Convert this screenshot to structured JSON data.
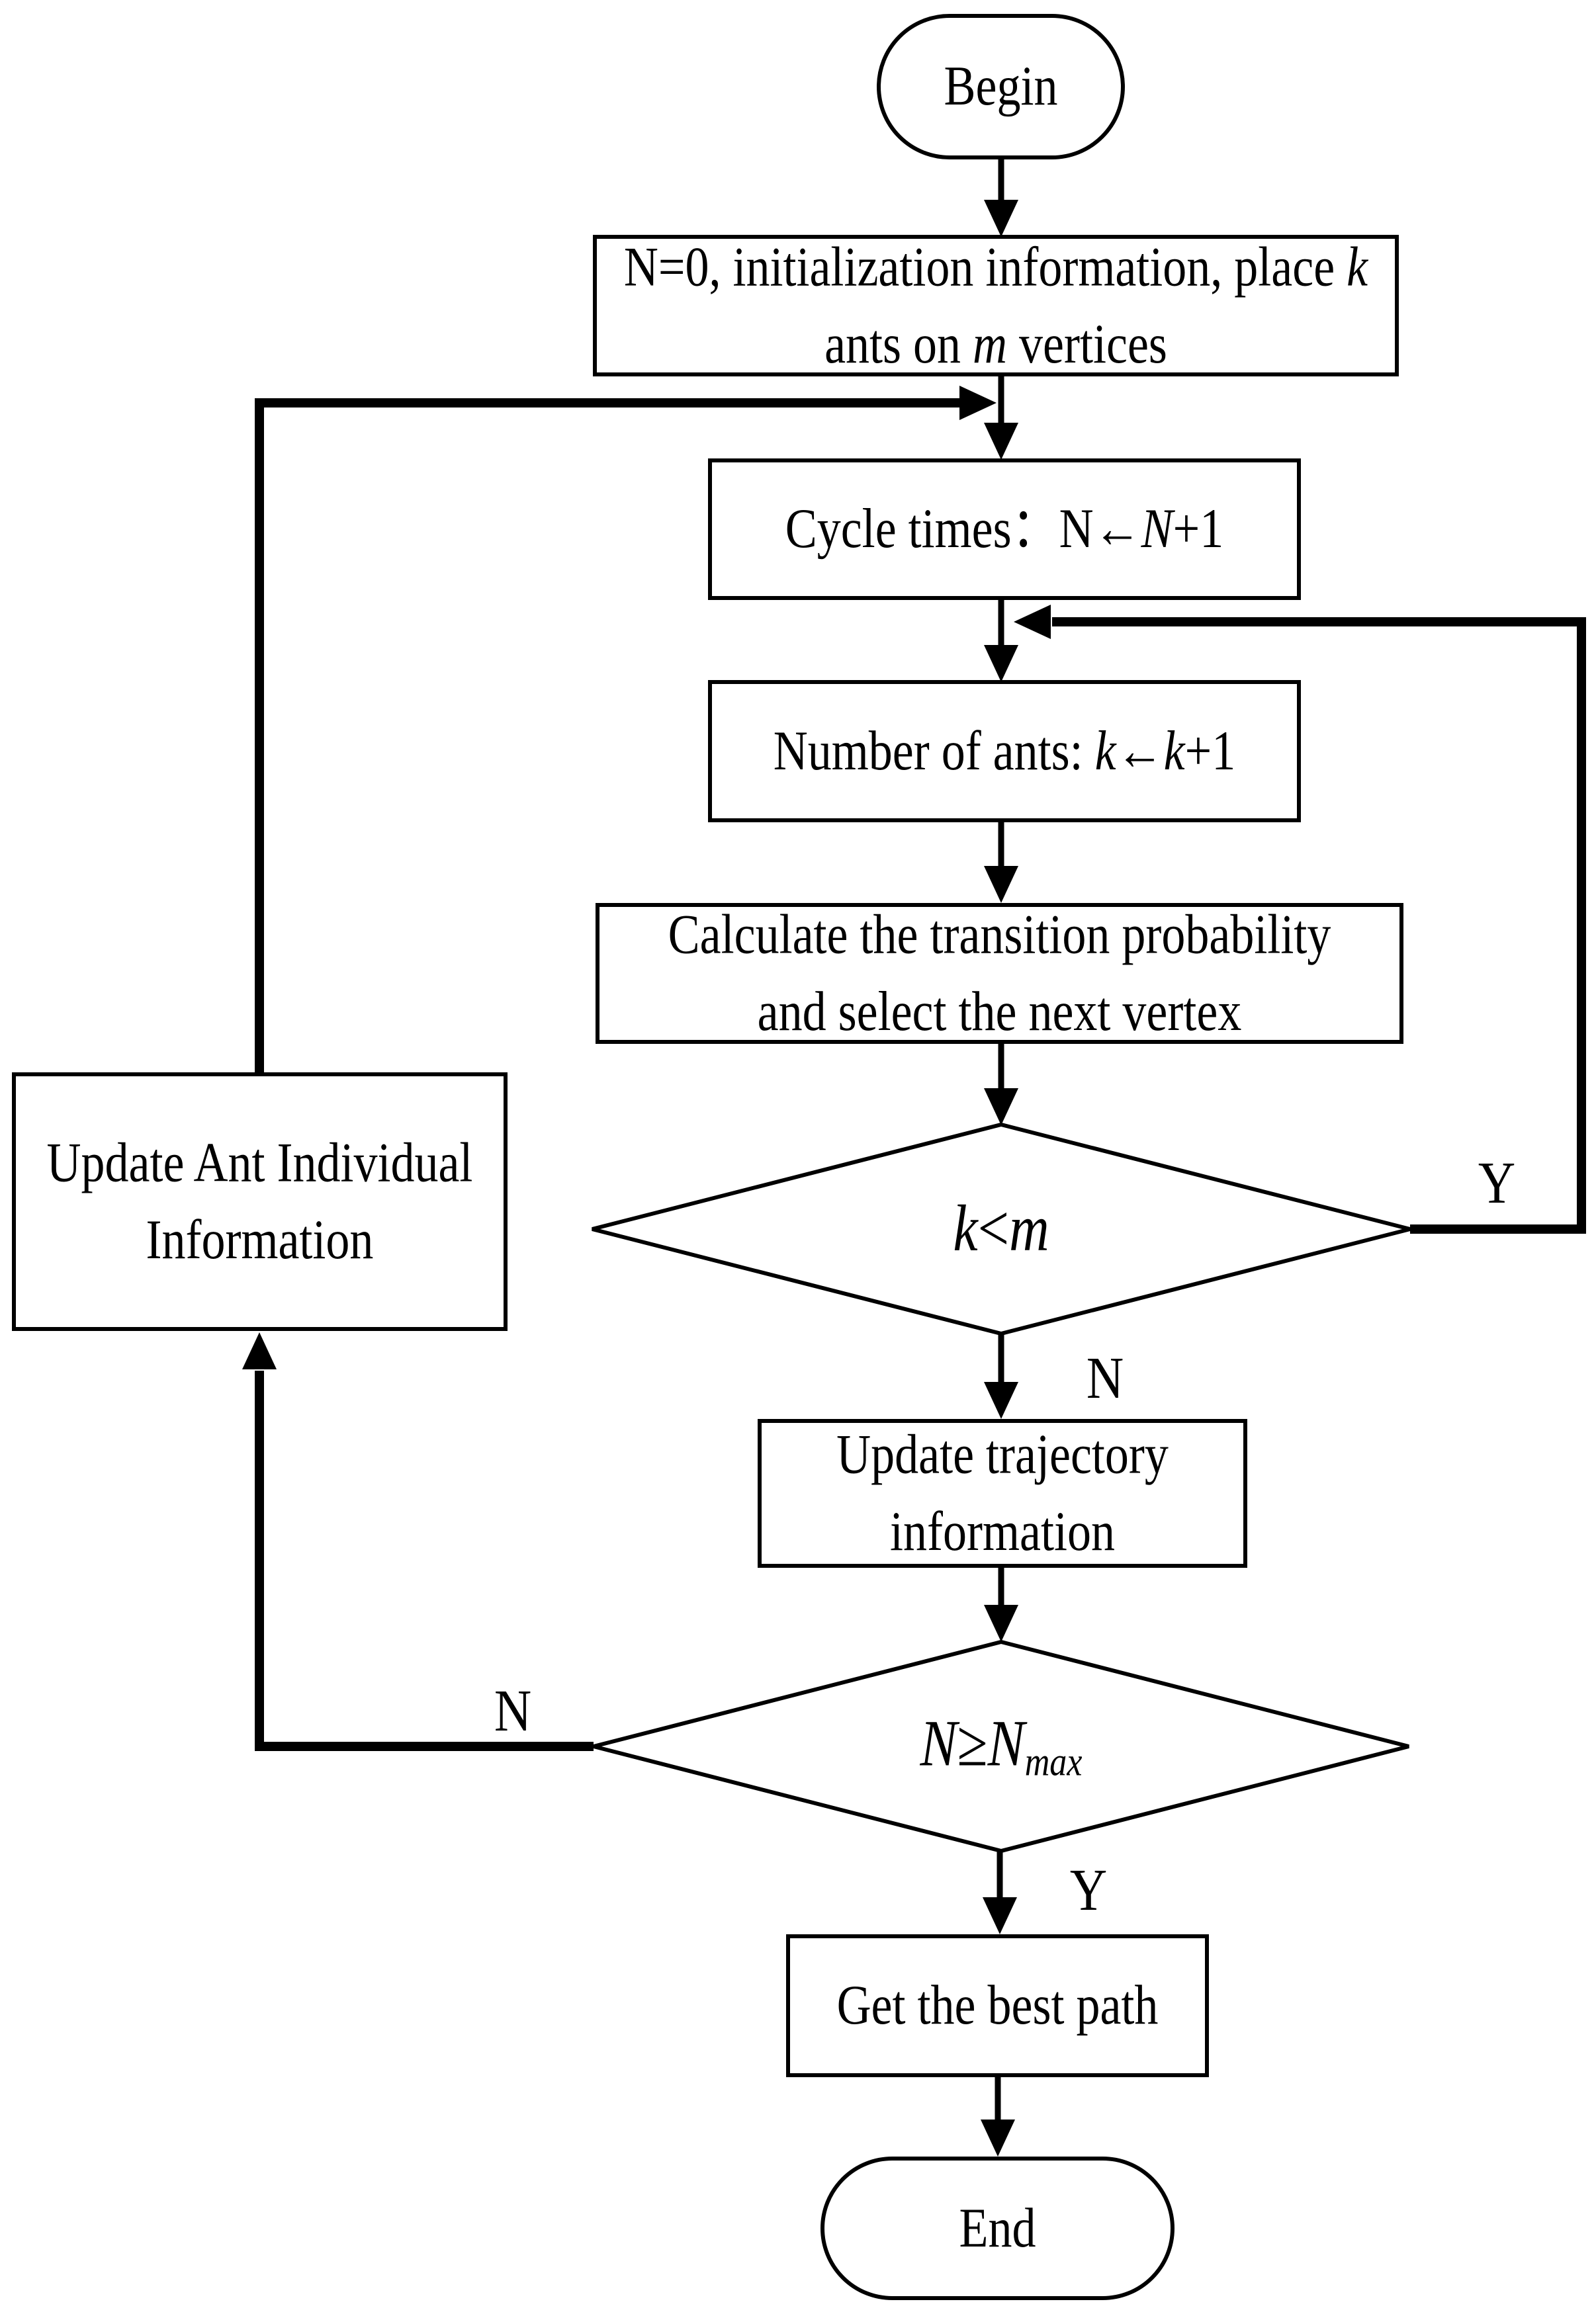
{
  "title": "Ant colony algorithm flowchart",
  "colors": {
    "ink": "#000000",
    "background": "#ffffff"
  },
  "nodes": {
    "begin": {
      "type": "terminator",
      "segments": [
        {
          "t": "Begin"
        }
      ]
    },
    "init": {
      "type": "process",
      "segments": [
        {
          "t": "N=0, initialization information, place "
        },
        {
          "t": "k",
          "i": true
        },
        {
          "br": true
        },
        {
          "t": "ants on "
        },
        {
          "t": "m",
          "i": true
        },
        {
          "t": " vertices"
        }
      ]
    },
    "cycle": {
      "type": "process",
      "segments": [
        {
          "t": "Cycle times："
        },
        {
          "t": "N←"
        },
        {
          "t": "N",
          "i": true
        },
        {
          "t": "+1"
        }
      ]
    },
    "ants": {
      "type": "process",
      "segments": [
        {
          "t": "Number of ants: "
        },
        {
          "t": "k",
          "i": true
        },
        {
          "t": "←"
        },
        {
          "t": "k",
          "i": true
        },
        {
          "t": "+1"
        }
      ]
    },
    "calc": {
      "type": "process",
      "segments": [
        {
          "t": "Calculate the transition probability"
        },
        {
          "br": true
        },
        {
          "t": "and select the next vertex"
        }
      ]
    },
    "d_k_m": {
      "type": "decision",
      "segments": [
        {
          "t": "k",
          "i": true
        },
        {
          "t": "<"
        },
        {
          "t": "m",
          "i": true
        }
      ]
    },
    "traj": {
      "type": "process",
      "segments": [
        {
          "t": "Update trajectory"
        },
        {
          "br": true
        },
        {
          "t": "information"
        }
      ]
    },
    "d_nmax": {
      "type": "decision",
      "segments": [
        {
          "t": "N",
          "i": true
        },
        {
          "t": "≥"
        },
        {
          "t": "N",
          "i": true
        },
        {
          "t": "max",
          "i": true,
          "sub": true
        }
      ]
    },
    "update_ant": {
      "type": "process",
      "segments": [
        {
          "t": "Update Ant Individual"
        },
        {
          "br": true
        },
        {
          "t": "Information"
        }
      ]
    },
    "best": {
      "type": "process",
      "segments": [
        {
          "t": "Get the best path"
        }
      ]
    },
    "end": {
      "type": "terminator",
      "segments": [
        {
          "t": "End"
        }
      ]
    }
  },
  "edge_labels": {
    "yes_right_of_k_m": "Y",
    "no_below_k_m": "N",
    "no_left_of_nmax": "N",
    "yes_below_nmax": "Y"
  }
}
